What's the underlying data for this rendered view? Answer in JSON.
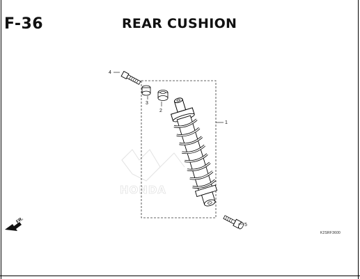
{
  "page": {
    "code": "F-36",
    "title": "REAR CUSHION",
    "ref_code": "K2SRF3600",
    "direction_label": "FR.",
    "watermark_text": "HONDA"
  },
  "callouts": [
    {
      "id": "1",
      "part": "shock-absorber"
    },
    {
      "id": "2",
      "part": "collar"
    },
    {
      "id": "3",
      "part": "bushing"
    },
    {
      "id": "4",
      "part": "upper-bolt"
    },
    {
      "id": "5",
      "part": "lower-bolt"
    }
  ],
  "colors": {
    "line": "#000000",
    "watermark": "#e2e2e2",
    "background": "#ffffff"
  }
}
